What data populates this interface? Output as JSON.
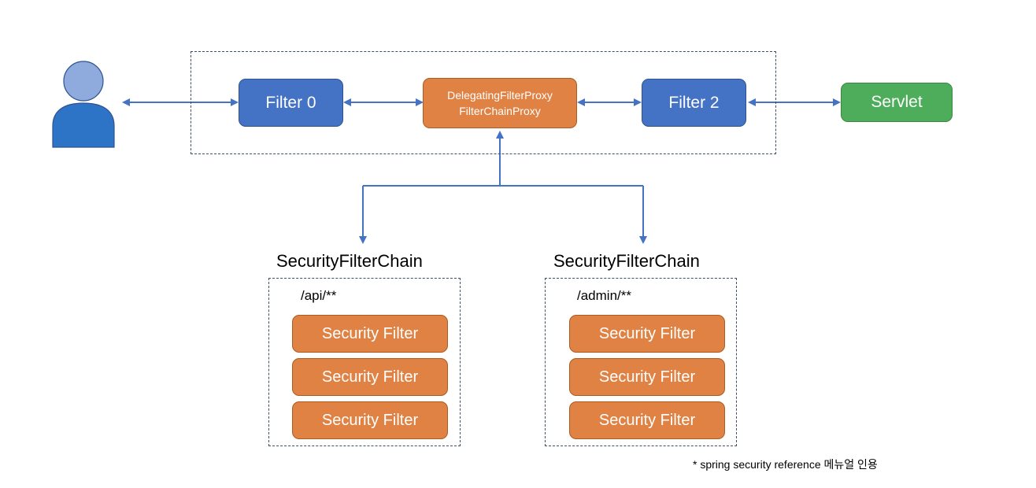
{
  "diagram": {
    "filters": {
      "filter0": "Filter 0",
      "proxy_line1": "DelegatingFilterProxy",
      "proxy_line2": "FilterChainProxy",
      "filter2": "Filter 2",
      "servlet": "Servlet"
    },
    "chains": [
      {
        "title": "SecurityFilterChain",
        "pattern": "/api/**",
        "filters": [
          "Security Filter",
          "Security Filter",
          "Security Filter"
        ]
      },
      {
        "title": "SecurityFilterChain",
        "pattern": "/admin/**",
        "filters": [
          "Security Filter",
          "Security Filter",
          "Security Filter"
        ]
      }
    ],
    "footnote": "* spring security reference 메뉴얼 인용"
  },
  "colors": {
    "filter_blue": "#4472c4",
    "proxy_orange": "#e08243",
    "servlet_green": "#4ead5b",
    "user_head": "#8faadc",
    "user_body": "#2e74c6",
    "connector": "#4472c4"
  },
  "icons": [
    "user-icon"
  ]
}
